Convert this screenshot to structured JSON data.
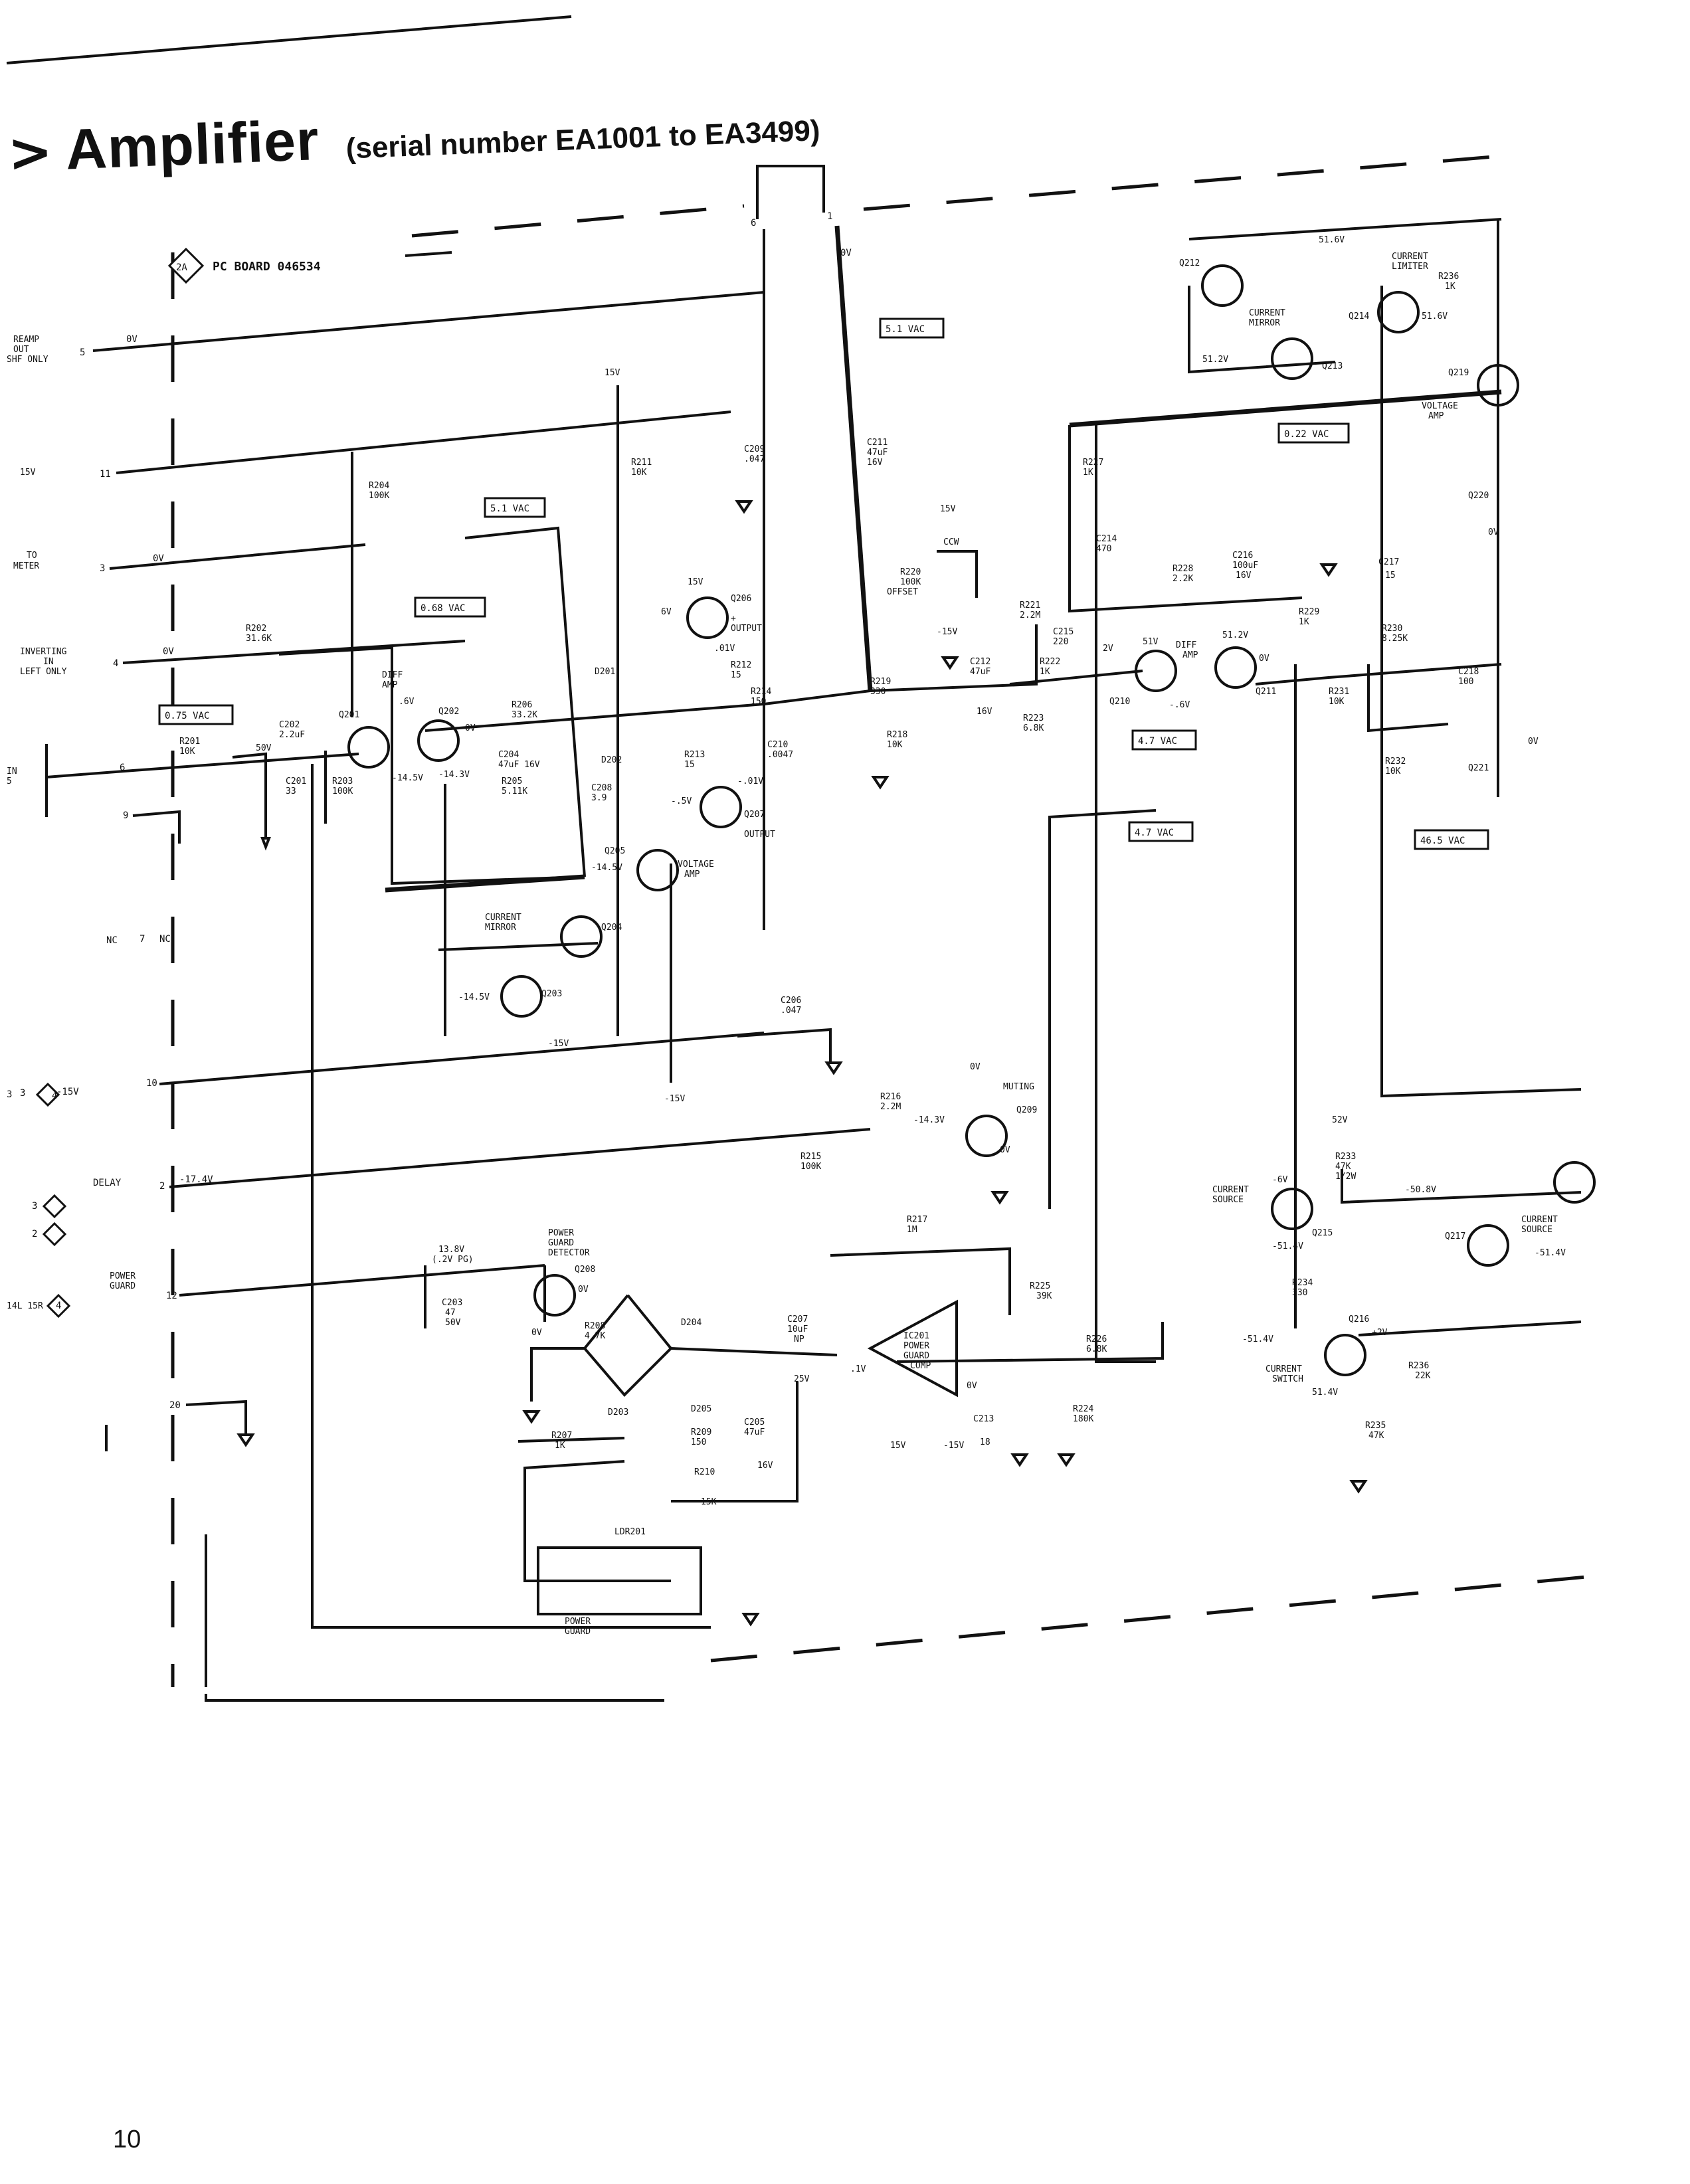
{
  "header": {
    "symbol": ">",
    "title": "Amplifier",
    "subtitle": "(serial number EA1001 to EA3499)"
  },
  "board": {
    "badge": "2A",
    "label": "PC BOARD 046534"
  },
  "page_number": "10",
  "voltage_callouts": [
    "5.1 VAC",
    "5.1 VAC",
    "0.68 VAC",
    "0.75 VAC",
    "0.22 VAC",
    "4.7 VAC",
    "4.7 VAC",
    "46.5 VAC"
  ],
  "connectors": [
    {
      "name": "REAMP OUT SHF ONLY",
      "pin": "5",
      "signal": "0V"
    },
    {
      "name": "15V",
      "pin": "11",
      "signal": ""
    },
    {
      "name": "TO METER",
      "pin": "3",
      "signal": "0V"
    },
    {
      "name": "INVERTING IN LEFT ONLY",
      "pin": "4",
      "signal": "0V"
    },
    {
      "name": "IN",
      "pin": "6",
      "signal": ""
    },
    {
      "name": "",
      "pin": "9",
      "signal": ""
    },
    {
      "name": "NC",
      "pin": "7",
      "signal": "NC"
    },
    {
      "name": "-15V",
      "pin": "10",
      "signal": "-15V"
    },
    {
      "name": "DELAY",
      "pin": "2",
      "signal": "-17.4V"
    },
    {
      "name": "POWER GUARD",
      "pin": "12",
      "signal": ""
    },
    {
      "name": "",
      "pin": "20",
      "signal": ""
    }
  ],
  "ext_refs": [
    "3",
    "3",
    "2",
    "4",
    "4",
    "14L 15R"
  ],
  "components": [
    {
      "ref": "R204",
      "value": "100K"
    },
    {
      "ref": "R211",
      "value": "10K"
    },
    {
      "ref": "C209",
      "value": ".047"
    },
    {
      "ref": "C211",
      "value": "47uF 16V"
    },
    {
      "ref": "R202",
      "value": "31.6K"
    },
    {
      "ref": "R201",
      "value": "10K"
    },
    {
      "ref": "C202",
      "value": "2.2uF"
    },
    {
      "ref": "C201",
      "value": "33"
    },
    {
      "ref": "R203",
      "value": "100K"
    },
    {
      "ref": "Q201",
      "value": ""
    },
    {
      "ref": "Q202",
      "value": "DIFF AMP"
    },
    {
      "ref": "R206",
      "value": "33.2K"
    },
    {
      "ref": "C204",
      "value": "47uF 16V"
    },
    {
      "ref": "R205",
      "value": "5.11K"
    },
    {
      "ref": "C208",
      "value": "3.9"
    },
    {
      "ref": "D201",
      "value": ""
    },
    {
      "ref": "D202",
      "value": ""
    },
    {
      "ref": "Q206",
      "value": "+ OUTPUT"
    },
    {
      "ref": "R212",
      "value": "15"
    },
    {
      "ref": "R214",
      "value": "150"
    },
    {
      "ref": "R213",
      "value": "15"
    },
    {
      "ref": "Q207",
      "value": "- OUTPUT"
    },
    {
      "ref": "C210",
      "value": ".0047"
    },
    {
      "ref": "Q205",
      "value": "VOLTAGE AMP"
    },
    {
      "ref": "Q204",
      "value": "CURRENT MIRROR"
    },
    {
      "ref": "Q203",
      "value": ""
    },
    {
      "ref": "C206",
      "value": ".047"
    },
    {
      "ref": "R220",
      "value": "100K OFFSET"
    },
    {
      "ref": "R219",
      "value": "330"
    },
    {
      "ref": "R218",
      "value": "10K"
    },
    {
      "ref": "C212",
      "value": "47uF 16V"
    },
    {
      "ref": "R221",
      "value": "2.2M"
    },
    {
      "ref": "R222",
      "value": "1K"
    },
    {
      "ref": "R223",
      "value": "6.8K"
    },
    {
      "ref": "C215",
      "value": "220"
    },
    {
      "ref": "R227",
      "value": "1K"
    },
    {
      "ref": "C214",
      "value": "470"
    },
    {
      "ref": "R228",
      "value": "2.2K"
    },
    {
      "ref": "C216",
      "value": "100uF 16V"
    },
    {
      "ref": "R229",
      "value": "1K"
    },
    {
      "ref": "Q210",
      "value": "DIFF AMP"
    },
    {
      "ref": "Q211",
      "value": ""
    },
    {
      "ref": "C217",
      "value": "15"
    },
    {
      "ref": "R230",
      "value": "8.25K"
    },
    {
      "ref": "C218",
      "value": "100"
    },
    {
      "ref": "R231",
      "value": "10K"
    },
    {
      "ref": "R232",
      "value": "10K"
    },
    {
      "ref": "Q212",
      "value": ""
    },
    {
      "ref": "Q213",
      "value": "CURRENT MIRROR"
    },
    {
      "ref": "Q214",
      "value": "CURRENT LIMITER"
    },
    {
      "ref": "R236",
      "value": "1K"
    },
    {
      "ref": "Q219",
      "value": "VOLTAGE AMP"
    },
    {
      "ref": "Q220",
      "value": ""
    },
    {
      "ref": "Q221",
      "value": ""
    },
    {
      "ref": "R216",
      "value": "2.2M"
    },
    {
      "ref": "Q209",
      "value": "MUTING"
    },
    {
      "ref": "R215",
      "value": "100K"
    },
    {
      "ref": "R217",
      "value": "1M"
    },
    {
      "ref": "Q208",
      "value": "POWER GUARD DETECTOR"
    },
    {
      "ref": "R208",
      "value": "4.7K"
    },
    {
      "ref": "C203",
      "value": "47 50V"
    },
    {
      "ref": "D204",
      "value": ""
    },
    {
      "ref": "D203",
      "value": ""
    },
    {
      "ref": "D205",
      "value": ""
    },
    {
      "ref": "C207",
      "value": "10uF NP 25V"
    },
    {
      "ref": "IC201",
      "value": "POWER GUARD COMP"
    },
    {
      "ref": "R225",
      "value": "39K"
    },
    {
      "ref": "R226",
      "value": "6.8K"
    },
    {
      "ref": "R224",
      "value": "180K"
    },
    {
      "ref": "C213",
      "value": "18"
    },
    {
      "ref": "R207",
      "value": "1K"
    },
    {
      "ref": "R209",
      "value": "150"
    },
    {
      "ref": "C205",
      "value": "47uF 16V"
    },
    {
      "ref": "R210",
      "value": "15K"
    },
    {
      "ref": "LDR201",
      "value": "POWER GUARD"
    },
    {
      "ref": "Q215",
      "value": "CURRENT SOURCE"
    },
    {
      "ref": "R233",
      "value": "47K 1/2W"
    },
    {
      "ref": "R234",
      "value": "330"
    },
    {
      "ref": "Q217",
      "value": "CURRENT SOURCE"
    },
    {
      "ref": "Q216",
      "value": "CURRENT SWITCH"
    },
    {
      "ref": "R235",
      "value": "47K"
    },
    {
      "ref": "R236",
      "value": "22K"
    }
  ],
  "net_labels": [
    "15V",
    "-15V",
    "0V",
    ".6V",
    "-14.5V",
    "-14.3V",
    "50V",
    ".01V",
    "-.01V",
    "6V",
    "-.5V",
    "51V",
    "51.2V",
    "-.6V",
    "51.6V",
    "-51.4V",
    "51.4V",
    "52V",
    "-50.8V",
    "-6V",
    "+2V",
    "13.8V (.2V PG)",
    "-17.4V",
    ".1V",
    "CCW",
    "2V"
  ]
}
